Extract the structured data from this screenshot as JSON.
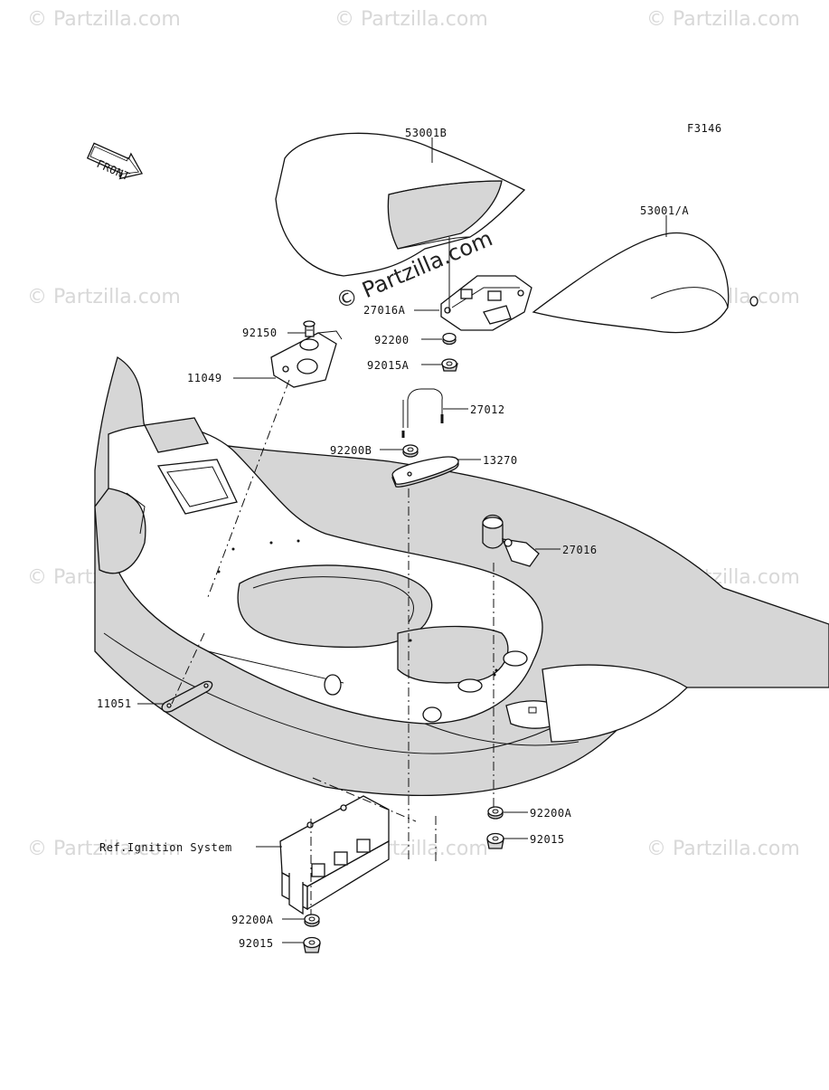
{
  "diagram": {
    "figure_code": "F3146",
    "front_label": "FRONT",
    "center_watermark": "© Partzilla.com",
    "watermark_text": "© Partzilla.com",
    "labels": {
      "p53001B": "53001B",
      "p53001A": "53001/A",
      "p27016A": "27016A",
      "p92150": "92150",
      "p11049": "11049",
      "p92200": "92200",
      "p92015A": "92015A",
      "p27012": "27012",
      "p92200B": "92200B",
      "p13270": "13270",
      "p27016": "27016",
      "p11051": "11051",
      "p92200A_right": "92200A",
      "p92015_right": "92015",
      "ref_ignition": "Ref.Ignition System",
      "p92200A_left": "92200A",
      "p92015_left": "92015"
    }
  }
}
